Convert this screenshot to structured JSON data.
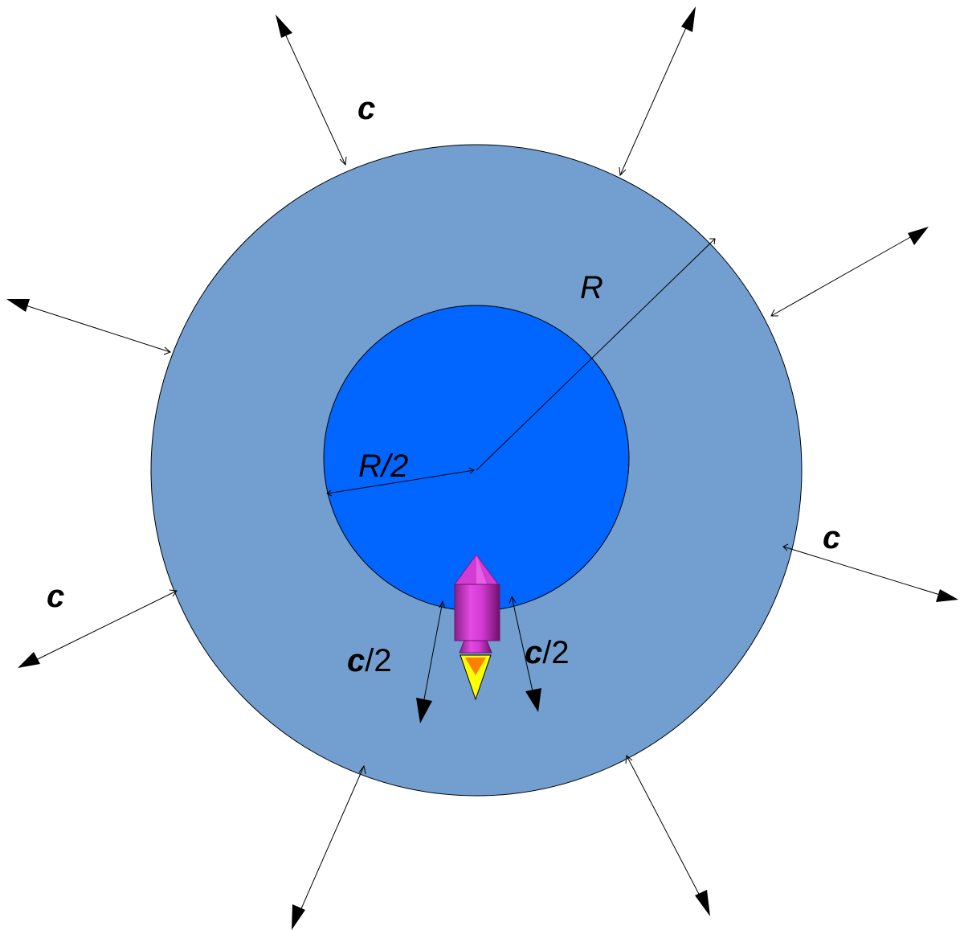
{
  "labels": {
    "outer_radius": "R",
    "inner_radius": "R/2",
    "light_speed": "c",
    "half_speed_c": "c",
    "half_speed_suffix": "/2"
  },
  "colors": {
    "outer_disc": "#729fcf",
    "inner_disc": "#0066ff",
    "outline": "#000000",
    "rocket_body": "#d43bd4",
    "rocket_flame_outer": "#ffff00",
    "rocket_flame_inner": "#ff8000"
  },
  "icons": {
    "vehicle": "rocket-icon",
    "arrows": "arrowhead-icon"
  }
}
